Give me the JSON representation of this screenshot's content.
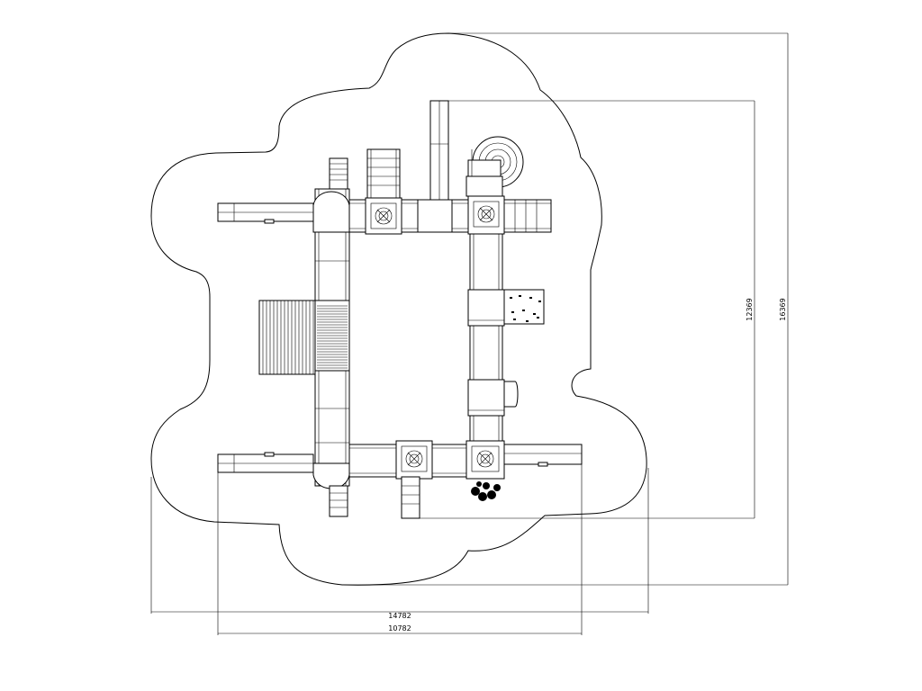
{
  "drawing": {
    "dimensions": {
      "overall_width": "14782",
      "structure_width": "10782",
      "structure_height": "12369",
      "overall_height": "16369"
    }
  }
}
